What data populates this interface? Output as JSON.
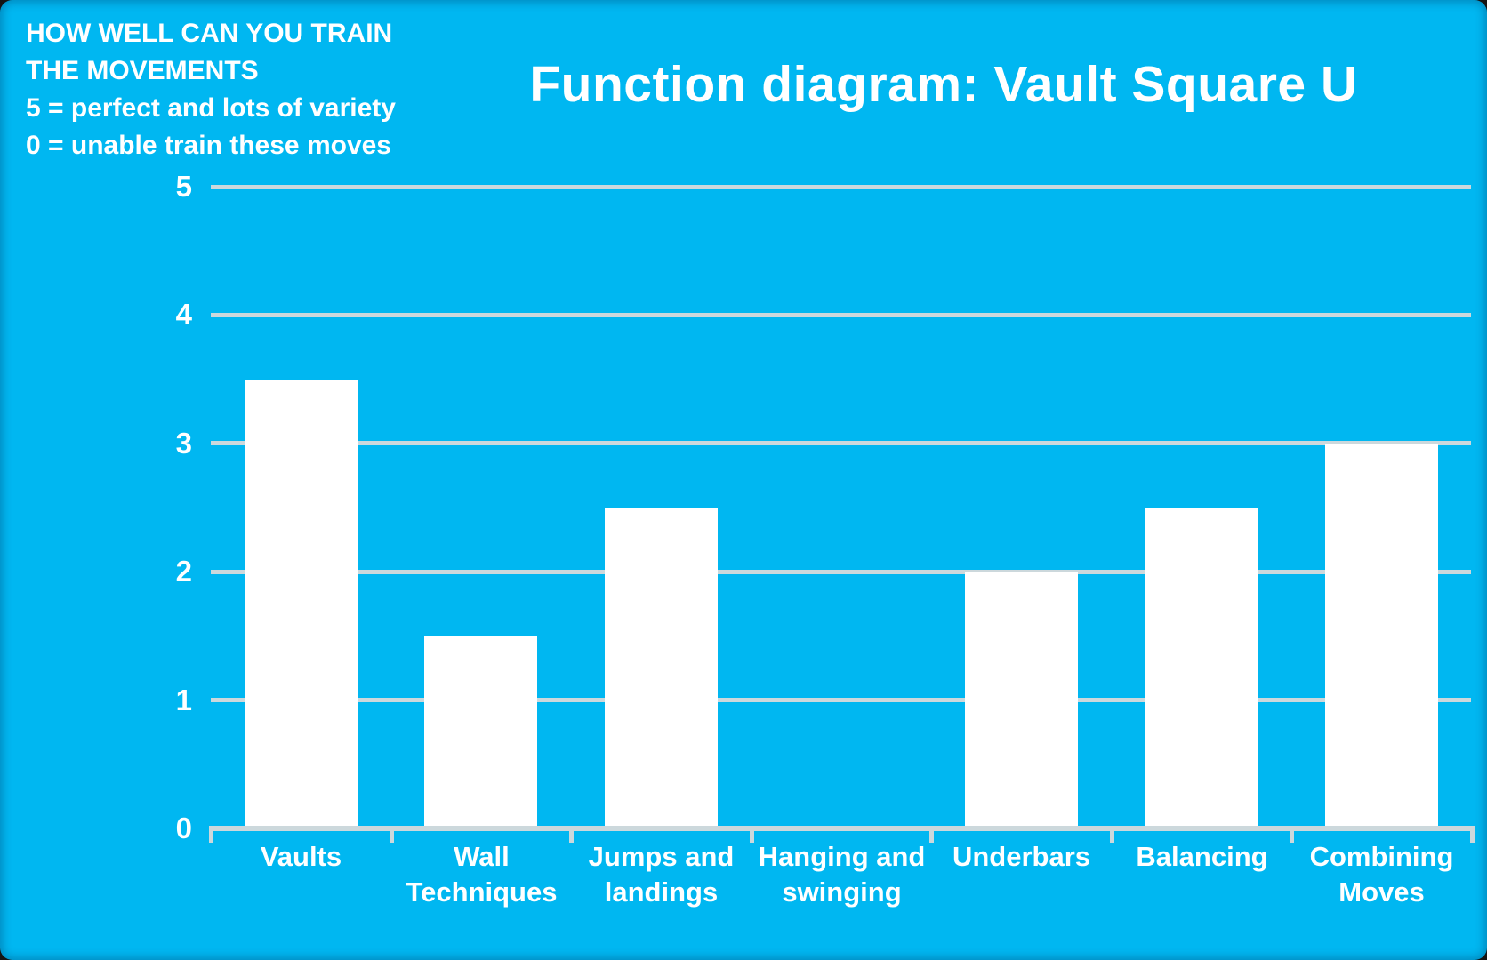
{
  "title": "Function diagram: Vault Square U",
  "note": {
    "lines": [
      "HOW WELL CAN YOU TRAIN",
      "THE MOVEMENTS",
      "5 = perfect and lots of variety",
      "0 = unable train these moves"
    ]
  },
  "colors": {
    "background": "#00b7f1",
    "bar": "#ffffff",
    "gridline": "#ccd8dc",
    "text": "#ffffff"
  },
  "chart_data": {
    "type": "bar",
    "title": "Function diagram: Vault Square U",
    "subtitle_note": "HOW WELL CAN YOU TRAIN THE MOVEMENTS / 5 = perfect and lots of variety / 0 = unable train these moves",
    "categories": [
      "Vaults",
      "Wall Techniques",
      "Jumps and landings",
      "Hanging and swinging",
      "Underbars",
      "Balancing",
      "Combining Moves"
    ],
    "values": [
      3.5,
      1.5,
      2.5,
      0,
      2,
      2.5,
      3
    ],
    "xlabel": "",
    "ylabel": "",
    "ylim": [
      0,
      5
    ],
    "yticks": [
      0,
      1,
      2,
      3,
      4,
      5
    ],
    "grid": true,
    "legend_position": "none",
    "bar_color": "#ffffff",
    "background_color": "#00b7f1"
  }
}
